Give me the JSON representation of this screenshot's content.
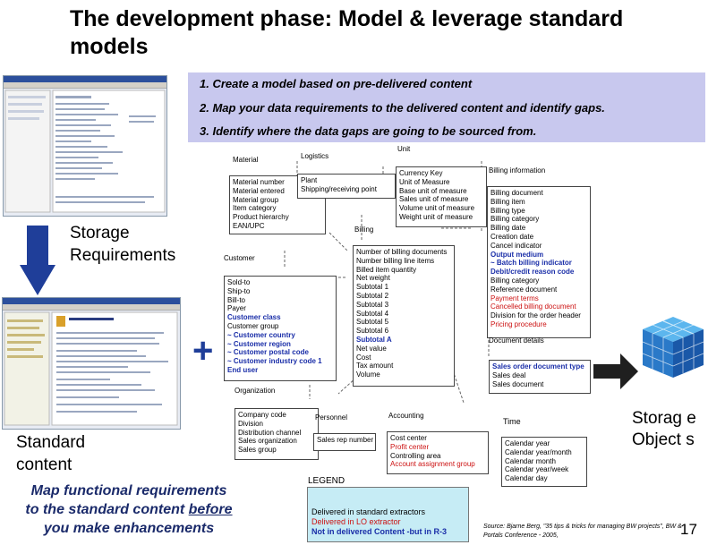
{
  "title": "The development phase:  Model & leverage standard models",
  "steps": [
    "1. Create a model based on pre-delivered content",
    "2. Map your data requirements to the delivered content and identify gaps.",
    "3. Identify where the data gaps are going to be sourced from."
  ],
  "storage_requirements": "Storage Requirements",
  "standard_content": "Standard content",
  "map_functional": {
    "line1": "Map functional requirements",
    "line2_pre": "to the standard content ",
    "line2_u": "before",
    "line3": "you make enhancements"
  },
  "storage_objects": "Storag e Object s",
  "plus": "+",
  "diagram": {
    "material_title": "Material",
    "material_items": [
      "Material number",
      "Material entered",
      "Material group",
      "Item category",
      "Product hierarchy",
      "EAN/UPC"
    ],
    "logistics_title": "Logistics",
    "logistics_items": [
      "Plant",
      "Shipping/receiving point"
    ],
    "unit_title": "Unit",
    "unit_items": [
      "Currency Key",
      "Unit of Measure",
      "Base unit of measure",
      "Sales unit of measure",
      "Volume unit of measure",
      "Weight unit of measure"
    ],
    "billing_info_title": "Billing information",
    "billing_info_items": [
      {
        "t": "Billing document",
        "c": ""
      },
      {
        "t": "Billing item",
        "c": ""
      },
      {
        "t": "Billing type",
        "c": ""
      },
      {
        "t": "Billing category",
        "c": ""
      },
      {
        "t": "Billing date",
        "c": ""
      },
      {
        "t": "Creation date",
        "c": ""
      },
      {
        "t": "Cancel indicator",
        "c": ""
      },
      {
        "t": "Output medium",
        "c": "blue"
      },
      {
        "t": "~ Batch billing indicator",
        "c": "blue"
      },
      {
        "t": "Debit/credit reason code",
        "c": "blue"
      },
      {
        "t": "Billing category",
        "c": ""
      },
      {
        "t": "Reference document",
        "c": ""
      },
      {
        "t": "Payment terms",
        "c": "red"
      },
      {
        "t": "Cancelled billing document",
        "c": "red"
      },
      {
        "t": "Division for the order header",
        "c": ""
      },
      {
        "t": "Pricing procedure",
        "c": "red"
      }
    ],
    "billing_title": "Billing",
    "billing_items": [
      {
        "t": "Number of billing documents",
        "c": ""
      },
      {
        "t": "Number billing line items",
        "c": ""
      },
      {
        "t": "Billed item quantity",
        "c": ""
      },
      {
        "t": "Net weight",
        "c": ""
      },
      {
        "t": "Subtotal 1",
        "c": ""
      },
      {
        "t": "Subtotal 2",
        "c": ""
      },
      {
        "t": "Subtotal 3",
        "c": ""
      },
      {
        "t": "Subtotal 4",
        "c": ""
      },
      {
        "t": "Subtotal 5",
        "c": ""
      },
      {
        "t": "Subtotal 6",
        "c": ""
      },
      {
        "t": "Subtotal A",
        "c": "blue"
      },
      {
        "t": "Net value",
        "c": ""
      },
      {
        "t": "Cost",
        "c": ""
      },
      {
        "t": "Tax amount",
        "c": ""
      },
      {
        "t": "Volume",
        "c": ""
      }
    ],
    "customer_title": "Customer",
    "customer_items": [
      {
        "t": "Sold-to",
        "c": ""
      },
      {
        "t": "Ship-to",
        "c": ""
      },
      {
        "t": "Bill-to",
        "c": ""
      },
      {
        "t": "Payer",
        "c": ""
      },
      {
        "t": "Customer class",
        "c": "blue"
      },
      {
        "t": "Customer group",
        "c": ""
      },
      {
        "t": "~ Customer country",
        "c": "blue"
      },
      {
        "t": "~ Customer region",
        "c": "blue"
      },
      {
        "t": "~ Customer postal code",
        "c": "blue"
      },
      {
        "t": "~ Customer industry code 1",
        "c": "blue"
      },
      {
        "t": "End user",
        "c": "blue"
      }
    ],
    "doc_details_title": "Document details",
    "doc_details_items": [
      {
        "t": "Sales order document type",
        "c": "blue"
      },
      {
        "t": "Sales deal",
        "c": ""
      },
      {
        "t": "Sales document",
        "c": ""
      }
    ],
    "organization_title": "Organization",
    "organization_items": [
      "Company code",
      "Division",
      "Distribution channel",
      "Sales organization",
      "Sales group"
    ],
    "personnel_title": "Personnel",
    "personnel_items": [
      "Sales rep number"
    ],
    "accounting_title": "Accounting",
    "accounting_items": [
      {
        "t": "Cost center",
        "c": ""
      },
      {
        "t": "Profit center",
        "c": "red"
      },
      {
        "t": "Controlling area",
        "c": ""
      },
      {
        "t": "Account assignment group",
        "c": "red"
      }
    ],
    "time_title": "Time",
    "time_items": [
      "Calendar year",
      "Calendar year/month",
      "Calendar month",
      "Calendar year/week",
      "Calendar day"
    ]
  },
  "legend": {
    "title": "LEGEND",
    "items": [
      {
        "t": "Delivered in standard extractors",
        "c": ""
      },
      {
        "t": "Delivered in LO extractor",
        "c": "red"
      },
      {
        "t": "Not in delivered Content -but in R-3",
        "c": "blue"
      }
    ]
  },
  "source": "Source: Bjarne Berg, \"35 tips & tricks for managing BW projects\", BW & Portals Conference - 2005,",
  "page_number": "17",
  "colors": {
    "steps_bg": "#c8c8ee",
    "legend_bg": "#c6ecf5",
    "blue_text": "#1a2ea8",
    "red_text": "#cc1111",
    "arrow": "#1f3e99"
  }
}
